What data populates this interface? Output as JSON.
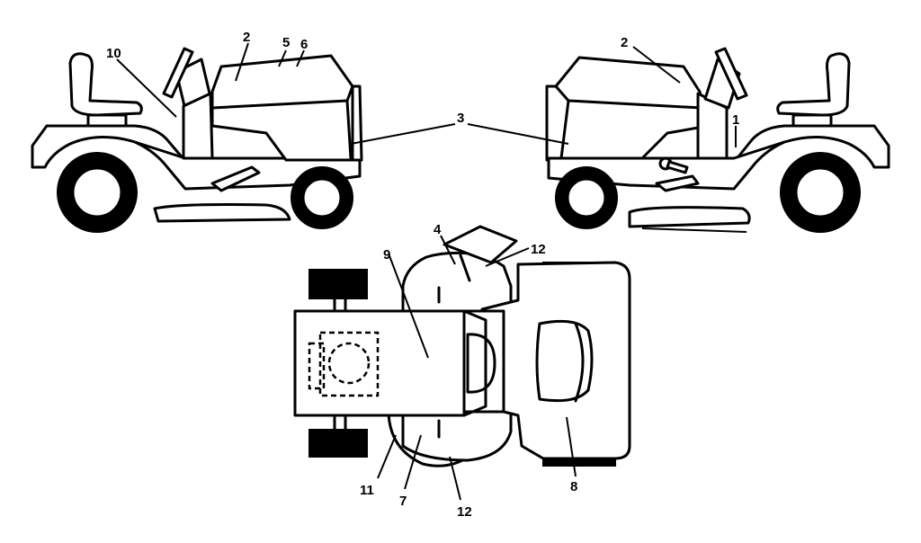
{
  "callouts": {
    "c1": "1",
    "c2_left": "2",
    "c2_right": "2",
    "c3": "3",
    "c4": "4",
    "c5": "5",
    "c6": "6",
    "c7": "7",
    "c8": "8",
    "c9": "9",
    "c10": "10",
    "c11": "11",
    "c12_top": "12",
    "c12_bottom": "12"
  }
}
